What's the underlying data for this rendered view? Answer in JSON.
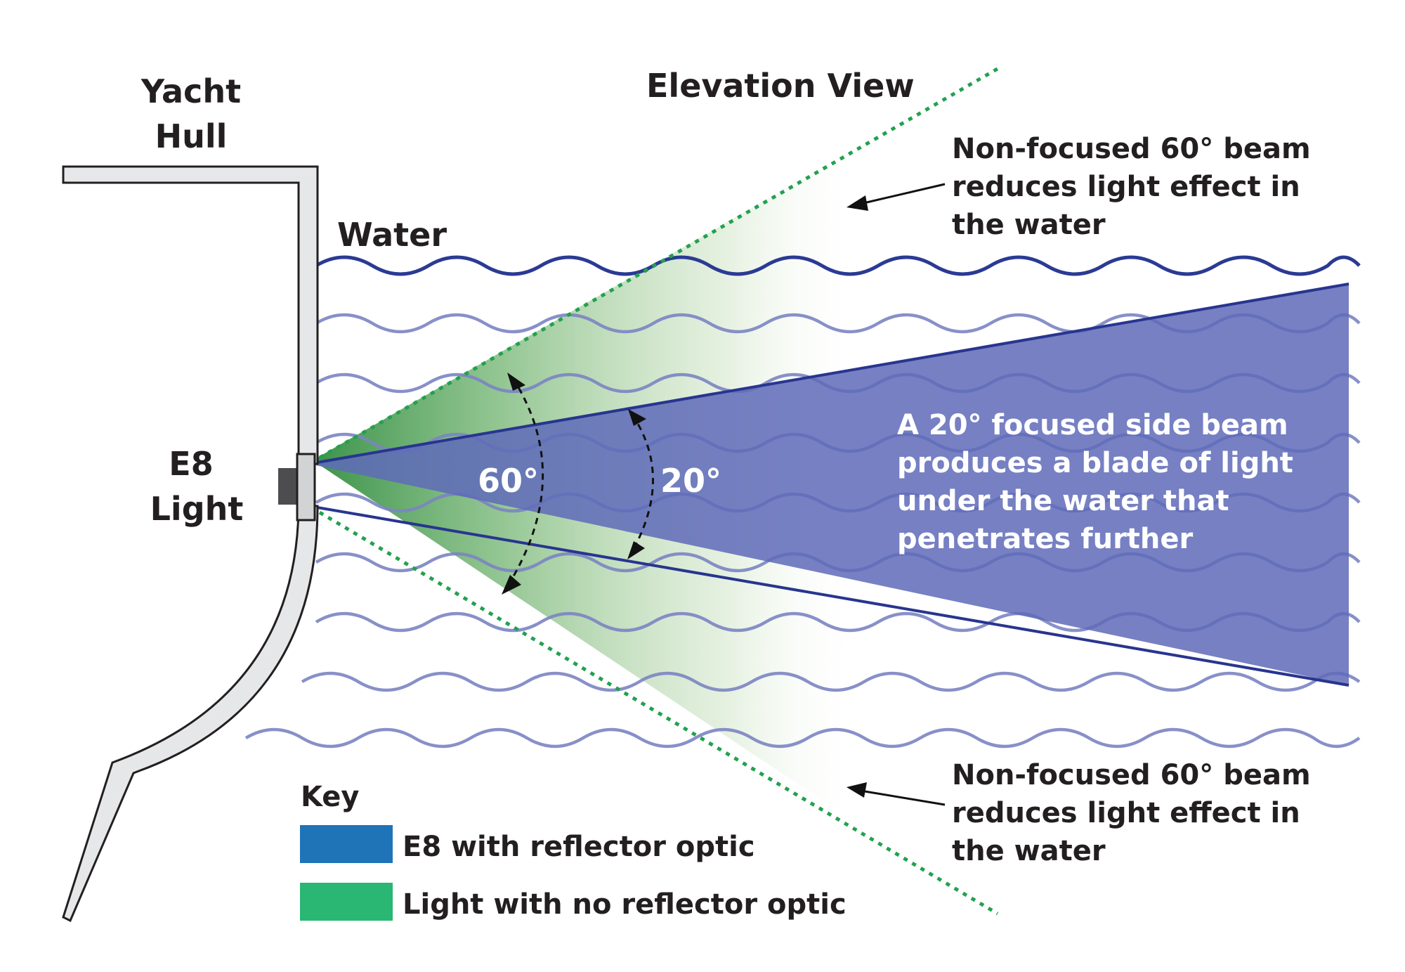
{
  "header": {
    "title": "Elevation View",
    "hull_label": [
      "Yacht",
      "Hull"
    ],
    "water_label": "Water",
    "light_label": [
      "E8",
      "Light"
    ]
  },
  "beams": {
    "wide_angle_label": "60°",
    "narrow_angle_label": "20°",
    "focused_note": [
      "A 20° focused side beam",
      "produces a blade of light",
      "under the water that",
      "penetrates further"
    ],
    "top_note": [
      "Non-focused 60° beam",
      "reduces light effect in",
      "the water"
    ],
    "bottom_note": [
      "Non-focused 60° beam",
      "reduces light effect in",
      "the water"
    ]
  },
  "key": {
    "title": "Key",
    "items": [
      {
        "label": "E8 with reflector optic",
        "color": "#1f73b7"
      },
      {
        "label": "Light with no reflector optic",
        "color": "#2ab673"
      }
    ]
  },
  "colors": {
    "wave_surface": "#2b3a93",
    "wave": "#7b84c2",
    "focused_beam": "#5f6bb9",
    "focused_beam_edge": "#28358f",
    "wide_beam": "#3a9a4a",
    "wide_beam_edge": "#22a14f",
    "hull_fill": "#e6e7e8",
    "hull_stroke": "#231f20",
    "light_body": "#4d4d4f"
  }
}
